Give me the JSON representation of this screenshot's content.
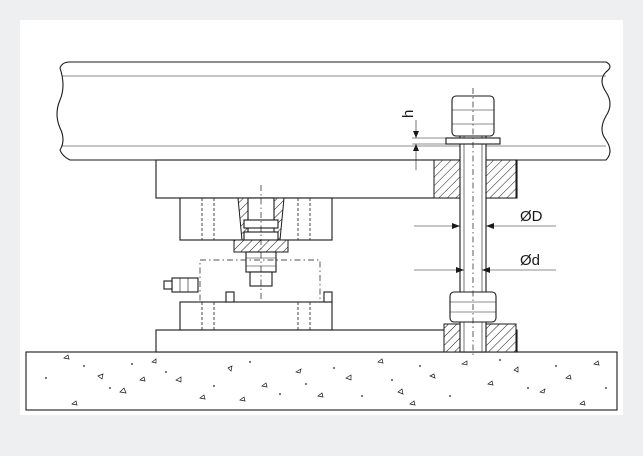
{
  "labels": {
    "h": "h",
    "outer_diameter": "ØD",
    "inner_diameter": "Ød"
  }
}
